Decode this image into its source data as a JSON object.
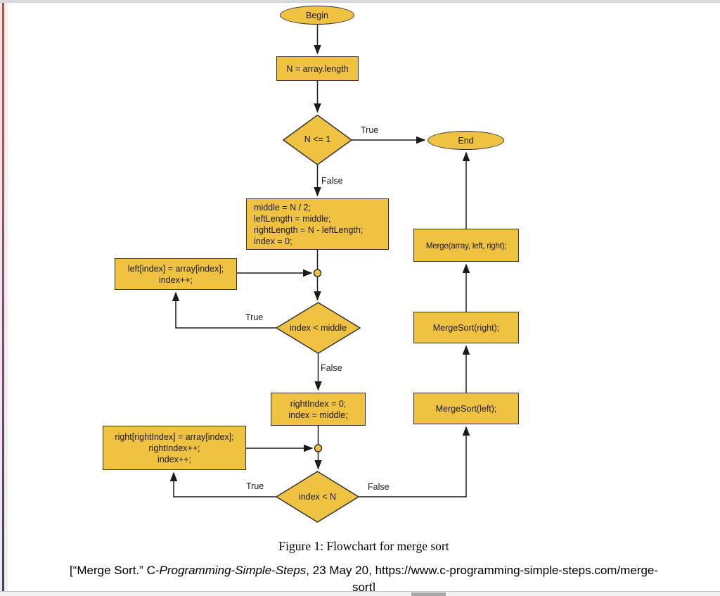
{
  "window": {
    "top_border_color": "#d9d9d9",
    "left_accent_colors": [
      "#c04b48",
      "#9a4970",
      "#3f3f63"
    ],
    "scrollbar_orientation": "horizontal"
  },
  "flowchart": {
    "shape_fill": "#F0C242",
    "shape_border": "#333333",
    "line_color": "#1a1a1a",
    "nodes": {
      "begin": "Begin",
      "n_length": "N = array.length",
      "n_le_1": "N <= 1",
      "end": "End",
      "init": [
        "middle = N / 2;",
        "leftLength = middle;",
        "rightLength = N - leftLength;",
        "index = 0;"
      ],
      "left_assign": [
        "left[index] = array[index];",
        "index++;"
      ],
      "idx_lt_middle": "index < middle",
      "right_init": [
        "rightIndex = 0;",
        "index = middle;"
      ],
      "right_assign": [
        "right[rightIndex] = array[index];",
        "rightIndex++;",
        "index++;"
      ],
      "idx_lt_n": "index < N",
      "mergesort_left": "MergeSort(left);",
      "mergesort_right": "MergeSort(right);",
      "merge": "Merge(array, left, right);"
    },
    "edge_labels": {
      "true_top": "True",
      "false_top": "False",
      "true_mid": "True",
      "false_mid": "False",
      "true_bottom": "True",
      "false_bottom": "False"
    }
  },
  "caption": {
    "figure": "Figure 1: Flowchart for merge sort",
    "citation": {
      "prefix": "[“Merge Sort.” C",
      "title_italic": "-Programming-Simple-Steps",
      "rest": ", 23 May 20, https://www.c-programming-simple-steps.com/merge-",
      "line2": "sort]"
    }
  }
}
